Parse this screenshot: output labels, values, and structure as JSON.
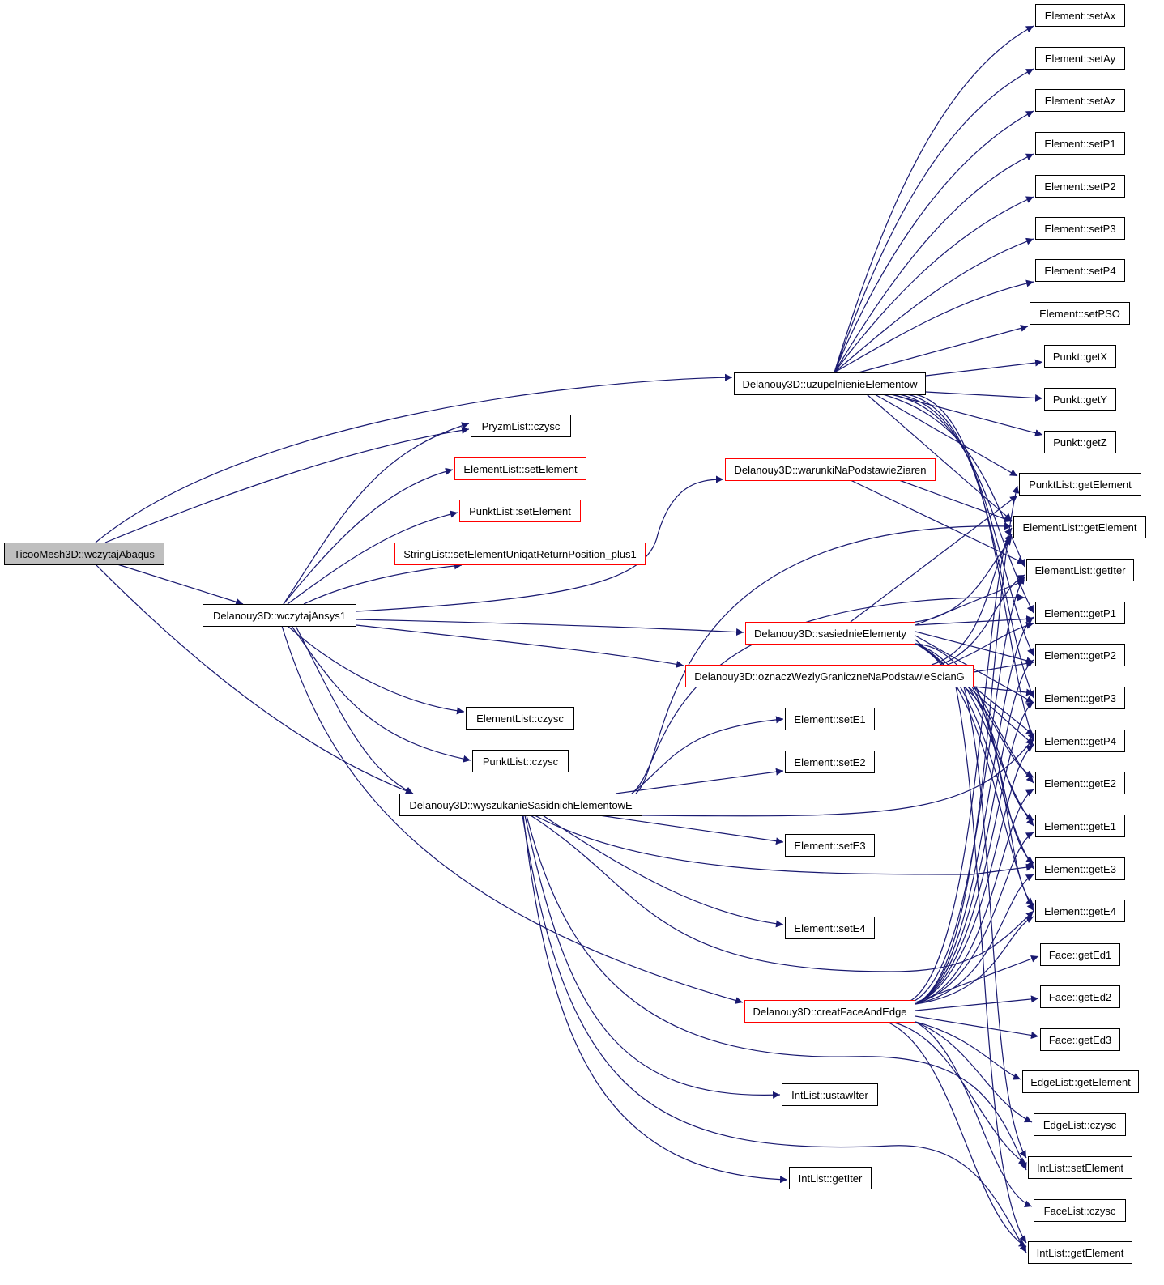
{
  "colors": {
    "edge": "#191970",
    "highlight_border": "#ff0000",
    "root_fill": "#bfbfbf"
  },
  "nodes": {
    "root": "TicooMesh3D::wczytajAbaqus",
    "wczytajAnsys1": "Delanouy3D::wczytajAnsys1",
    "uzupelnienieElementow": "Delanouy3D::uzupelnienieElementow",
    "pryzmlistCzysc": "PryzmList::czysc",
    "elementlistSetElement": "ElementList::setElement",
    "punktlistSetElement": "PunktList::setElement",
    "stringlistSetElement": "StringList::setElementUniqatReturnPosition_plus1",
    "warunkiNaPodstawieZiaren": "Delanouy3D::warunkiNaPodstawieZiaren",
    "sasiednieElementy": "Delanouy3D::sasiednieElementy",
    "oznaczWezly": "Delanouy3D::oznaczWezlyGraniczneNaPodstawieScianG",
    "elementlistCzysc": "ElementList::czysc",
    "punktlistCzysc": "PunktList::czysc",
    "wyszukanie": "Delanouy3D::wyszukanieSasidnichElementowE",
    "setE1": "Element::setE1",
    "setE2": "Element::setE2",
    "setE3": "Element::setE3",
    "setE4": "Element::setE4",
    "creatFaceAndEdge": "Delanouy3D::creatFaceAndEdge",
    "ustawIter": "IntList::ustawIter",
    "intlistGetIter": "IntList::getIter",
    "setAx": "Element::setAx",
    "setAy": "Element::setAy",
    "setAz": "Element::setAz",
    "setP1": "Element::setP1",
    "setP2": "Element::setP2",
    "setP3": "Element::setP3",
    "setP4": "Element::setP4",
    "setPSO": "Element::setPSO",
    "getX": "Punkt::getX",
    "getY": "Punkt::getY",
    "getZ": "Punkt::getZ",
    "punktlistGetElement": "PunktList::getElement",
    "elementlistGetElement": "ElementList::getElement",
    "elementlistGetIter": "ElementList::getIter",
    "getP1": "Element::getP1",
    "getP2": "Element::getP2",
    "getP3": "Element::getP3",
    "getP4": "Element::getP4",
    "getE2": "Element::getE2",
    "getE1": "Element::getE1",
    "getE3": "Element::getE3",
    "getE4": "Element::getE4",
    "getEd1": "Face::getEd1",
    "getEd2": "Face::getEd2",
    "getEd3": "Face::getEd3",
    "edgelistGetElement": "EdgeList::getElement",
    "edgelistCzysc": "EdgeList::czysc",
    "intlistSetElement": "IntList::setElement",
    "facelistCzysc": "FaceList::czysc",
    "intlistGetElement": "IntList::getElement"
  }
}
